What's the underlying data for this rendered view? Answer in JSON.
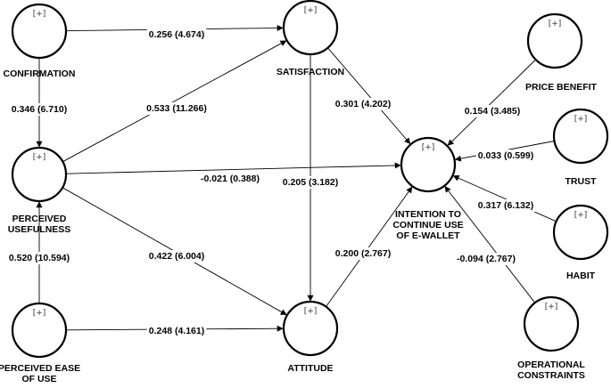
{
  "nodes": {
    "confirmation": {
      "plus": "[+]",
      "label": [
        "CONFIRMATION"
      ]
    },
    "satisfaction": {
      "plus": "[+]",
      "label": [
        "SATISFACTION"
      ]
    },
    "usefulness": {
      "plus": "[+]",
      "label": [
        "PERCEIVED",
        "USEFULNESS"
      ]
    },
    "ease": {
      "plus": "[+]",
      "label": [
        "PERCEIVED EASE",
        "OF USE"
      ]
    },
    "attitude": {
      "plus": "[+]",
      "label": [
        "ATTITUDE"
      ]
    },
    "intention": {
      "plus": "[+]",
      "label": [
        "INTENTION TO",
        "CONTINUE USE",
        "OF E-WALLET"
      ]
    },
    "price": {
      "plus": "[+]",
      "label": [
        "PRICE BENEFIT"
      ]
    },
    "trust": {
      "plus": "[+]",
      "label": [
        "TRUST"
      ]
    },
    "habit": {
      "plus": "[+]",
      "label": [
        "HABIT"
      ]
    },
    "constraints": {
      "plus": "[+]",
      "label": [
        "OPERATIONAL",
        "CONSTRAINTS"
      ]
    }
  },
  "paths": [
    {
      "from": "confirmation",
      "to": "satisfaction",
      "coef": "0.256 (4.674)"
    },
    {
      "from": "confirmation",
      "to": "usefulness",
      "coef": "0.346 (6.710)"
    },
    {
      "from": "usefulness",
      "to": "satisfaction",
      "coef": "0.533 (11.266)"
    },
    {
      "from": "usefulness",
      "to": "intention",
      "coef": "-0.021 (0.388)"
    },
    {
      "from": "usefulness",
      "to": "attitude",
      "coef": "0.422 (6.004)"
    },
    {
      "from": "satisfaction",
      "to": "intention",
      "coef": "0.301 (4.202)"
    },
    {
      "from": "satisfaction",
      "to": "attitude",
      "coef": "0.205 (3.182)"
    },
    {
      "from": "ease",
      "to": "usefulness",
      "coef": "0.520 (10.594)"
    },
    {
      "from": "ease",
      "to": "attitude",
      "coef": "0.248 (4.161)"
    },
    {
      "from": "attitude",
      "to": "intention",
      "coef": "0.200 (2.767)"
    },
    {
      "from": "price",
      "to": "intention",
      "coef": "0.154 (3.485)"
    },
    {
      "from": "trust",
      "to": "intention",
      "coef": "0.033 (0.599)"
    },
    {
      "from": "habit",
      "to": "intention",
      "coef": "0.317 (6.132)"
    },
    {
      "from": "constraints",
      "to": "intention",
      "coef": "-0.094 (2.767)"
    }
  ]
}
